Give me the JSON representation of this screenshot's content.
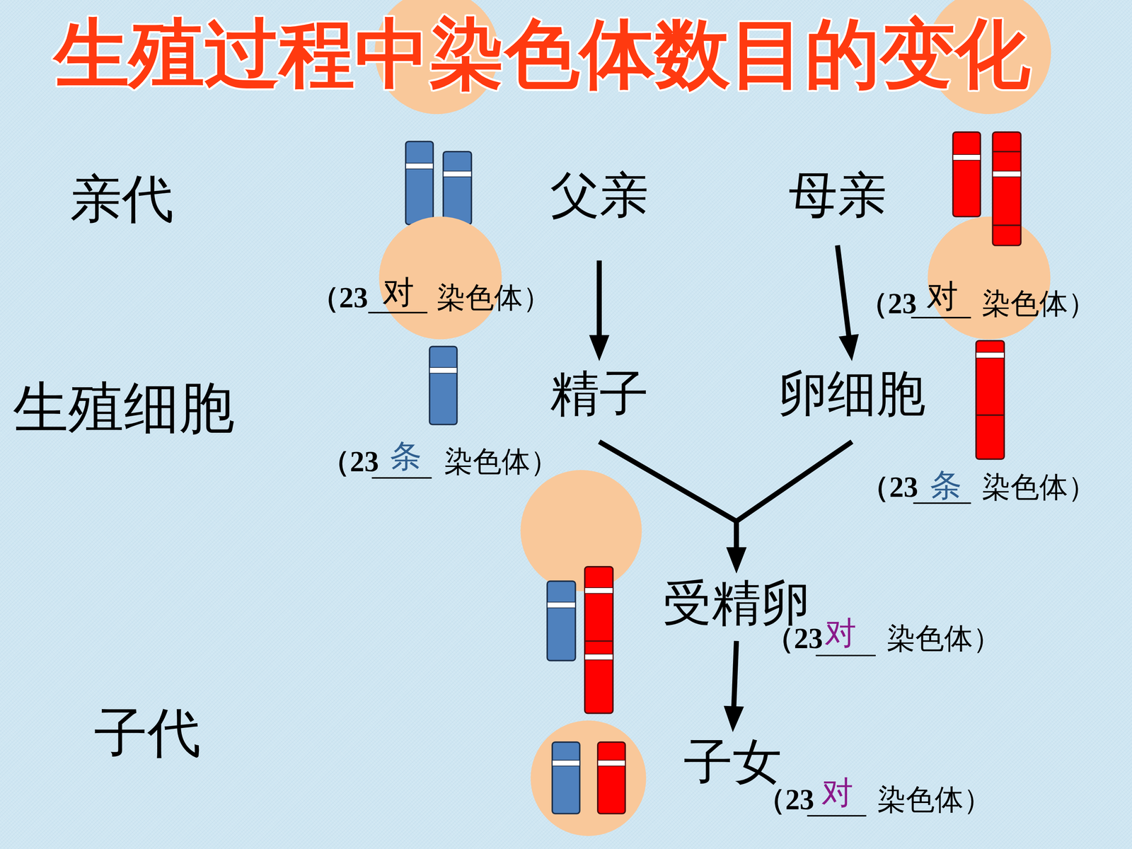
{
  "diagram": {
    "title": "生殖过程中染色体数目的变化",
    "nodes": [
      {
        "text": [
          "父亲"
        ]
      },
      {
        "text": [
          "母亲"
        ]
      },
      {
        "text": [
          "精子"
        ]
      },
      {
        "text": [
          "卵细胞"
        ]
      },
      {
        "text": [
          "受精卵"
        ]
      },
      {
        "text": [
          "子女"
        ]
      }
    ],
    "edges": [
      {
        "from": 0,
        "to": 2,
        "arrow": "to"
      },
      {
        "from": 1,
        "to": 3,
        "arrow": "to"
      },
      {
        "from": 2,
        "to": 4,
        "arrow": "to"
      },
      {
        "from": 3,
        "to": 4,
        "arrow": "to"
      },
      {
        "from": 4,
        "to": 5,
        "arrow": "to"
      }
    ],
    "labels": [
      "亲代",
      "（23",
      "对",
      "染色体）",
      "（23",
      "对",
      "染色体）",
      "生殖细胞",
      "（23",
      "条",
      "染色体）",
      "（23",
      "条",
      "染色体）",
      "（23",
      "对",
      "染色体）",
      "子代",
      "（23",
      "对",
      "染色体）"
    ]
  }
}
